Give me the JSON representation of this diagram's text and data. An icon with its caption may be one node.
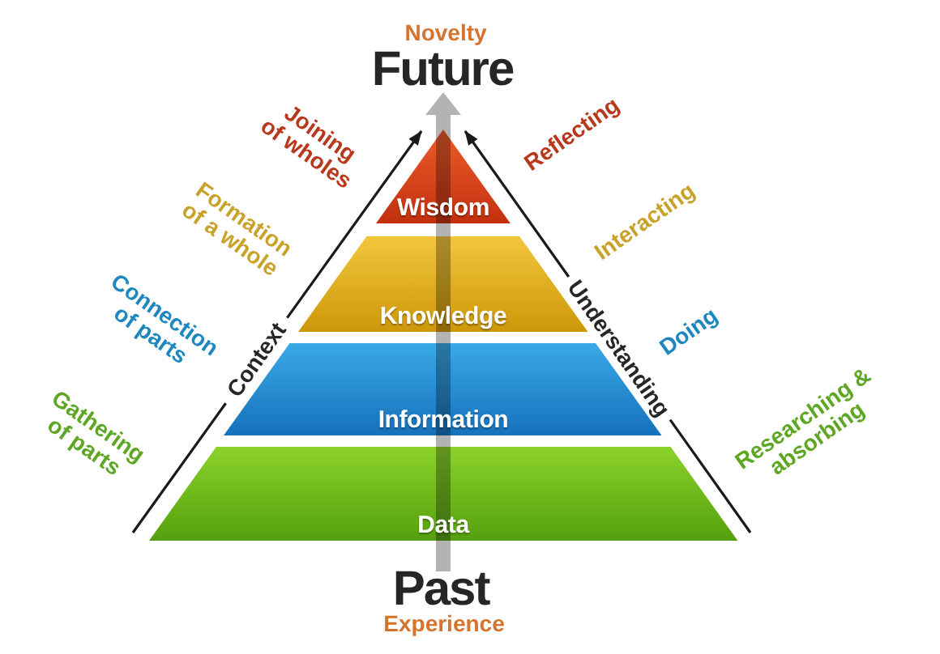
{
  "diagram": {
    "nodes": [
      {
        "text": [
          "Wisdom"
        ]
      },
      {
        "text": [
          "Knowledge"
        ]
      },
      {
        "text": [
          "Information"
        ]
      },
      {
        "text": [
          "Data"
        ]
      }
    ],
    "labels": [
      "Novelty",
      "Future",
      "Joining of wholes",
      "Reflecting",
      "Formation of a whole",
      "Interacting",
      "Connection of parts",
      "Context",
      "Understanding",
      "Doing",
      "Gathering of parts",
      "Researching & absorbing",
      "Past",
      "Experience"
    ]
  }
}
